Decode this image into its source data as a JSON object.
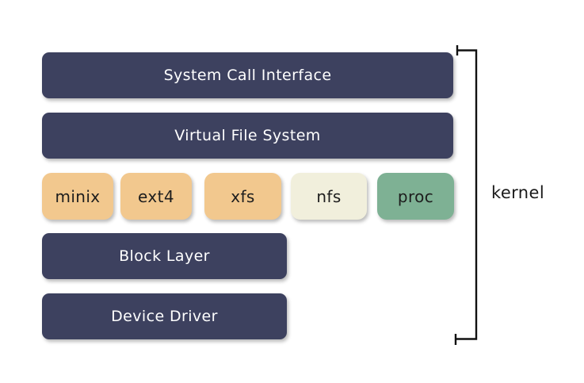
{
  "layers": [
    {
      "label": "System Call Interface"
    },
    {
      "label": "Virtual File System"
    },
    {
      "label": "Block Layer"
    },
    {
      "label": "Device Driver"
    }
  ],
  "filesystems": [
    {
      "label": "minix",
      "color": "#f2c88e"
    },
    {
      "label": "ext4",
      "color": "#f2c88e"
    },
    {
      "label": "xfs",
      "color": "#f2c88e"
    },
    {
      "label": "nfs",
      "color": "#f1efdc"
    },
    {
      "label": "proc",
      "color": "#7eb194"
    }
  ],
  "bracket": {
    "label": "kernel"
  },
  "colors": {
    "background": "#ffffff",
    "layer_box": "#3d415f",
    "layer_text": "#ffffff",
    "fs_tan": "#f2c88e",
    "fs_cream": "#f1efdc",
    "fs_green": "#7eb194",
    "fs_text": "#1d1d1d",
    "bracket_line": "#111111"
  }
}
